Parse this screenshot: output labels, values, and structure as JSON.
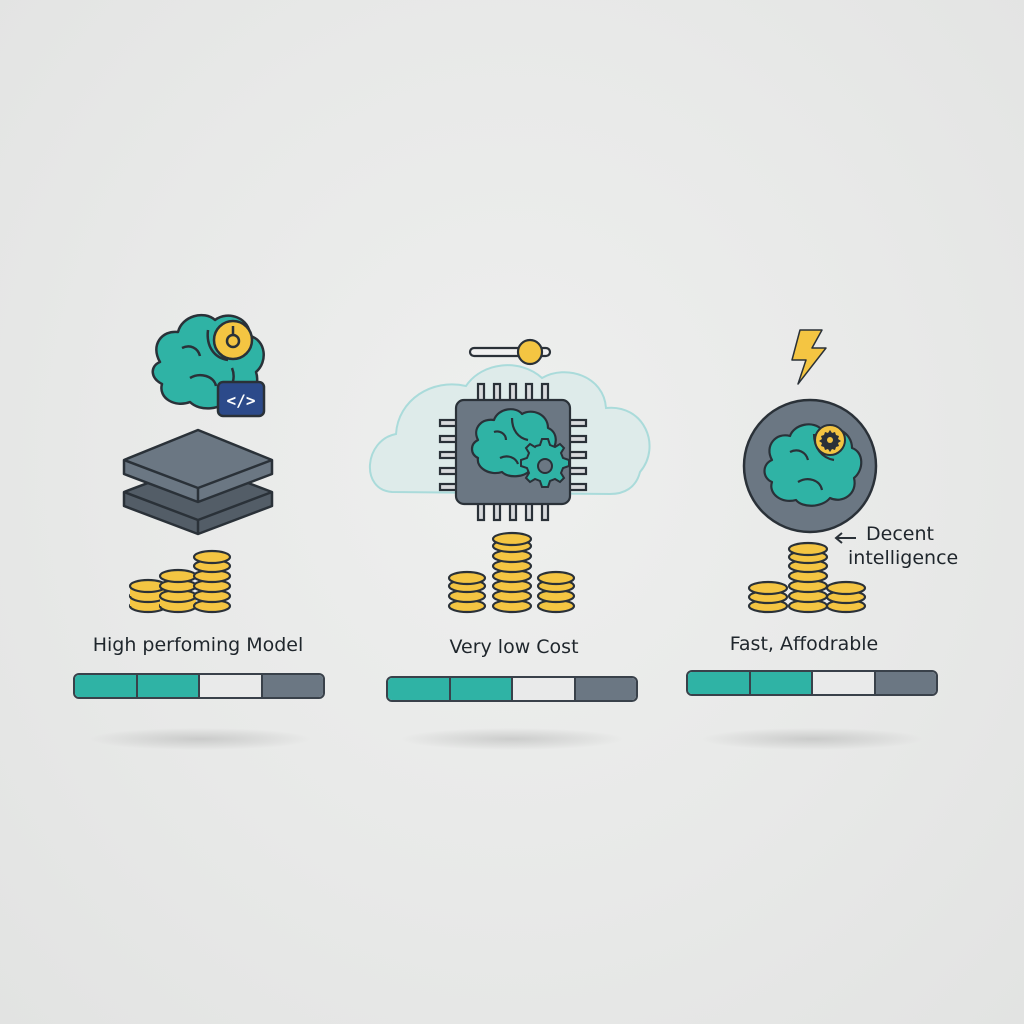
{
  "panels": [
    {
      "label": "High perfoming Model",
      "bar": [
        "teal",
        "teal",
        "light",
        "slate"
      ],
      "icons": [
        "brain-icon",
        "code-icon",
        "power-icon",
        "layers-icon",
        "coins-icon"
      ]
    },
    {
      "label": "Very low Cost",
      "bar": [
        "teal",
        "teal",
        "light",
        "slate"
      ],
      "icons": [
        "slider-icon",
        "cloud-icon",
        "chip-icon",
        "brain-icon",
        "gear-icon",
        "coins-icon"
      ]
    },
    {
      "label": "Fast, Affodrable",
      "annotation": [
        "Decent",
        "intelligence"
      ],
      "bar": [
        "teal",
        "teal",
        "light",
        "slate"
      ],
      "icons": [
        "lightning-icon",
        "circle-icon",
        "brain-icon",
        "gear-icon",
        "arrow-left-icon",
        "coins-icon"
      ]
    }
  ],
  "colors": {
    "teal": "#2fb3a5",
    "slate": "#6b7783",
    "dark_slate": "#535d67",
    "gold": "#f4c542",
    "navy": "#2c4a8a",
    "outline": "#2a3138",
    "cloud": "#9fd8d8"
  }
}
